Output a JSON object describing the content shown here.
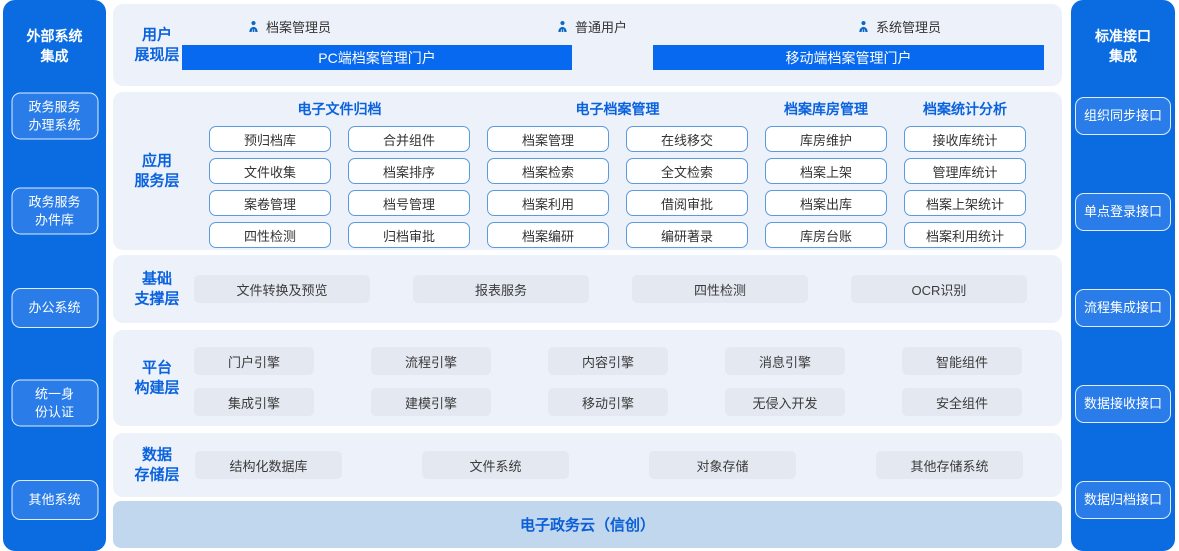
{
  "colors": {
    "sidebar_blue": "#0b6ce2",
    "sidebar_item_blue": "#2a7de8",
    "portal_bar_blue": "#0769ef",
    "panel_bg": "#edf2fa",
    "accent_blue": "#0a62de",
    "app_box_border": "#5b9bdd",
    "chip_bg": "#e4e9f1",
    "cloud_bg": "#c1d7ee",
    "text_dark": "#333333"
  },
  "left_sidebar": {
    "title": "外部系统\n集成",
    "items": [
      "政务服务\n办理系统",
      "政务服务\n办件库",
      "办公系统",
      "统一身\n份认证",
      "其他系统"
    ]
  },
  "right_sidebar": {
    "title": "标准接口\n集成",
    "items": [
      "组织同步接口",
      "单点登录接口",
      "流程集成接口",
      "数据接收接口",
      "数据归档接口"
    ]
  },
  "presentation_layer": {
    "label": "用户\n展现层",
    "users": [
      "档案管理员",
      "普通用户",
      "系统管理员"
    ],
    "portals": [
      "PC端档案管理门户",
      "移动端档案管理门户"
    ]
  },
  "application_layer": {
    "label": "应用\n服务层",
    "groups": [
      {
        "title": "电子文件归档",
        "columns": [
          [
            "预归档库",
            "文件收集",
            "案卷管理",
            "四性检测"
          ],
          [
            "合并组件",
            "档案排序",
            "档号管理",
            "归档审批"
          ]
        ]
      },
      {
        "title": "电子档案管理",
        "columns": [
          [
            "档案管理",
            "档案检索",
            "档案利用",
            "档案编研"
          ],
          [
            "在线移交",
            "全文检索",
            "借阅审批",
            "编研著录"
          ]
        ]
      },
      {
        "title": "档案库房管理",
        "columns": [
          [
            "库房维护",
            "档案上架",
            "档案出库",
            "库房台账"
          ]
        ]
      },
      {
        "title": "档案统计分析",
        "columns": [
          [
            "接收库统计",
            "管理库统计",
            "档案上架统计",
            "档案利用统计"
          ]
        ]
      }
    ]
  },
  "support_layer": {
    "label": "基础\n支撑层",
    "items": [
      "文件转换及预览",
      "报表服务",
      "四性检测",
      "OCR识别"
    ]
  },
  "platform_layer": {
    "label": "平台\n构建层",
    "rows": [
      [
        "门户引擎",
        "流程引擎",
        "内容引擎",
        "消息引擎",
        "智能组件"
      ],
      [
        "集成引擎",
        "建模引擎",
        "移动引擎",
        "无侵入开发",
        "安全组件"
      ]
    ]
  },
  "storage_layer": {
    "label": "数据\n存储层",
    "items": [
      "结构化数据库",
      "文件系统",
      "对象存储",
      "其他存储系统"
    ]
  },
  "cloud_bar": {
    "label": "电子政务云（信创）"
  }
}
